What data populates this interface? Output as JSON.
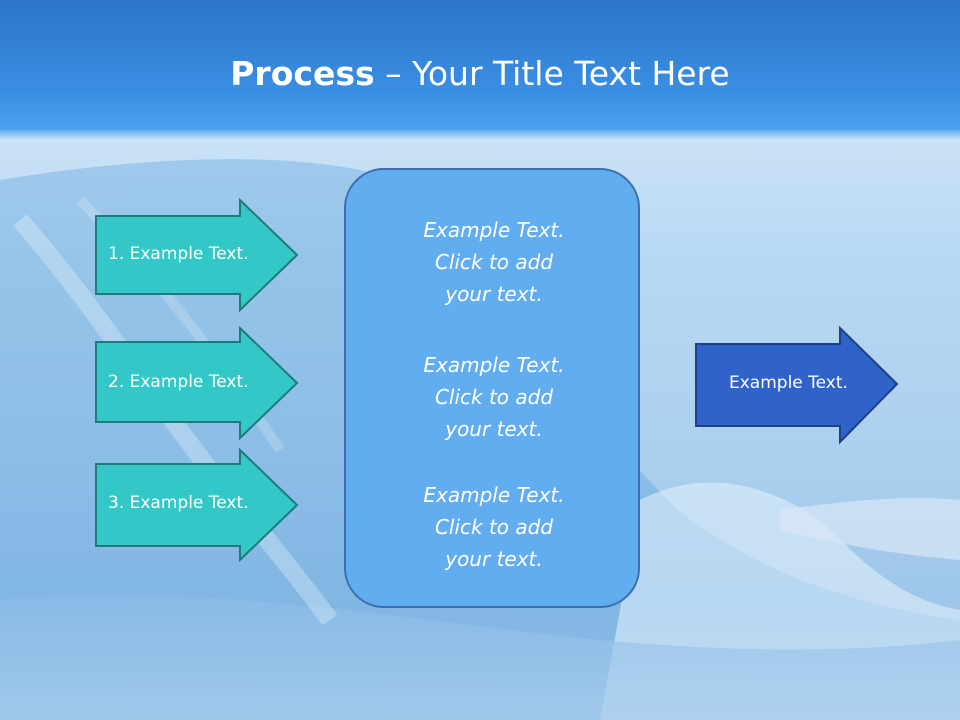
{
  "slide": {
    "title_bold": "Process",
    "title_rest": " – Your Title Text Here"
  },
  "inputs": [
    {
      "label": "1. Example Text."
    },
    {
      "label": "2. Example Text."
    },
    {
      "label": "3. Example Text."
    }
  ],
  "center_box": {
    "blocks": [
      {
        "line1": "Example Text.",
        "line2": "Click  to add",
        "line3": "your text."
      },
      {
        "line1": "Example Text.",
        "line2": "Click  to add",
        "line3": "your text."
      },
      {
        "line1": "Example Text.",
        "line2": "Click  to add",
        "line3": "your text."
      }
    ]
  },
  "output": {
    "label": "Example Text."
  },
  "colors": {
    "teal_arrow": "#33c7c7",
    "teal_border": "#1f7a7a",
    "blue_arrow": "#2f63c9",
    "blue_border": "#1d3f85",
    "center_fill": "#62adf0",
    "header": "#3a8ee2"
  }
}
